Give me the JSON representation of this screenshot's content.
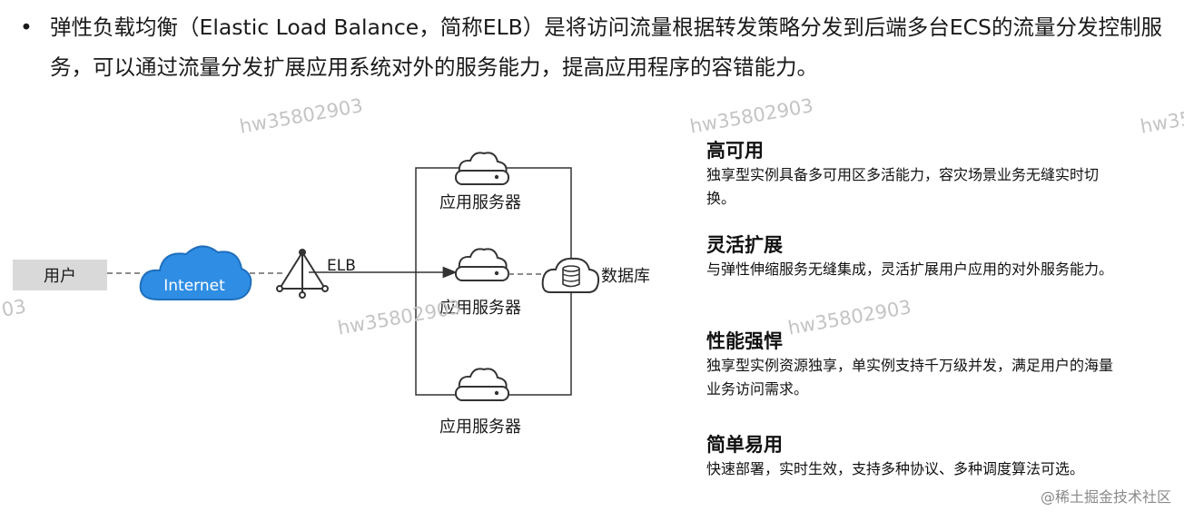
{
  "intro": {
    "bullet": "•",
    "text": "弹性负载均衡（Elastic Load Balance，简称ELB）是将访问流量根据转发策略分发到后端多台ECS的流量分发控制服务，可以通过流量分发扩展应用系统对外的服务能力，提高应用程序的容错能力。"
  },
  "diagram": {
    "user_label": "用户",
    "internet_label": "Internet",
    "elb_label": "ELB",
    "server_labels": [
      "应用服务器",
      "应用服务器",
      "应用服务器"
    ],
    "database_label": "数据库"
  },
  "watermarks": [
    "hw35802903",
    "hw35802903",
    "hw35",
    "03",
    "hw35802903",
    "hw35802903"
  ],
  "features": [
    {
      "title": "高可用",
      "desc": "独享型实例具备多可用区多活能力，容灾场景业务无缝实时切换。"
    },
    {
      "title": "灵活扩展",
      "desc": "与弹性伸缩服务无缝集成，灵活扩展用户应用的对外服务能力。"
    },
    {
      "title": "性能强悍",
      "desc": "独享型实例资源独享，单实例支持千万级并发，满足用户的海量业务访问需求。"
    },
    {
      "title": "简单易用",
      "desc": "快速部署，实时生效，支持多种协议、多种调度算法可选。"
    }
  ],
  "site_mark": "@稀土掘金技术社区",
  "colors": {
    "cloud_fill": "#2f8de4",
    "user_box": "#d9d9d9",
    "line": "#555555",
    "watermark": "#c4c4c4"
  }
}
